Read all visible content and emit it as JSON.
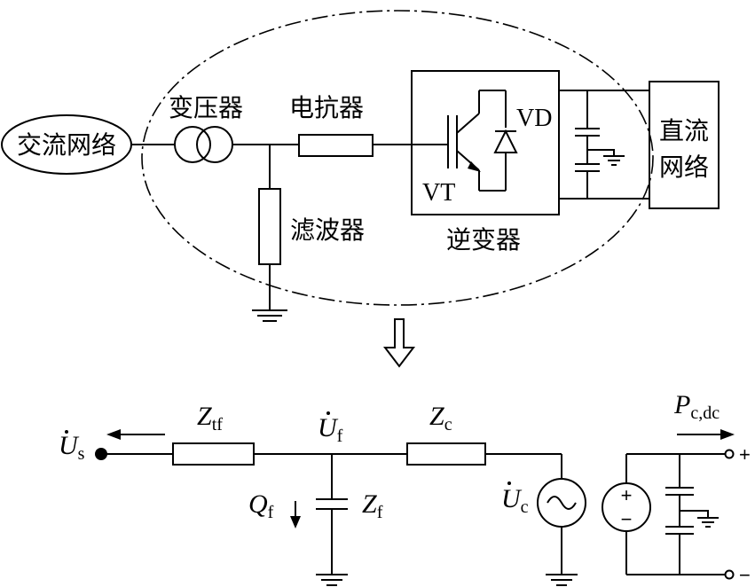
{
  "top": {
    "ac_network": "交流网络",
    "transformer": "变压器",
    "reactor": "电抗器",
    "filter": "滤波器",
    "inverter": "逆变器",
    "dc_network_line1": "直流",
    "dc_network_line2": "网络",
    "vd": "VD",
    "vt": "VT"
  },
  "arrow_down_icon": "hollow-down-arrow-icon",
  "bottom": {
    "us": {
      "main": "U",
      "sub": "s"
    },
    "ztf": {
      "main": "Z",
      "sub": "tf"
    },
    "uf": {
      "main": "U",
      "sub": "f"
    },
    "zc": {
      "main": "Z",
      "sub": "c"
    },
    "qf": {
      "main": "Q",
      "sub": "f"
    },
    "zf": {
      "main": "Z",
      "sub": "f"
    },
    "uc": {
      "main": "U",
      "sub": "c"
    },
    "pcdc": {
      "main": "P",
      "sub": "c,dc"
    },
    "plus": "+",
    "minus": "−",
    "src_plus": "+",
    "src_minus": "−"
  }
}
